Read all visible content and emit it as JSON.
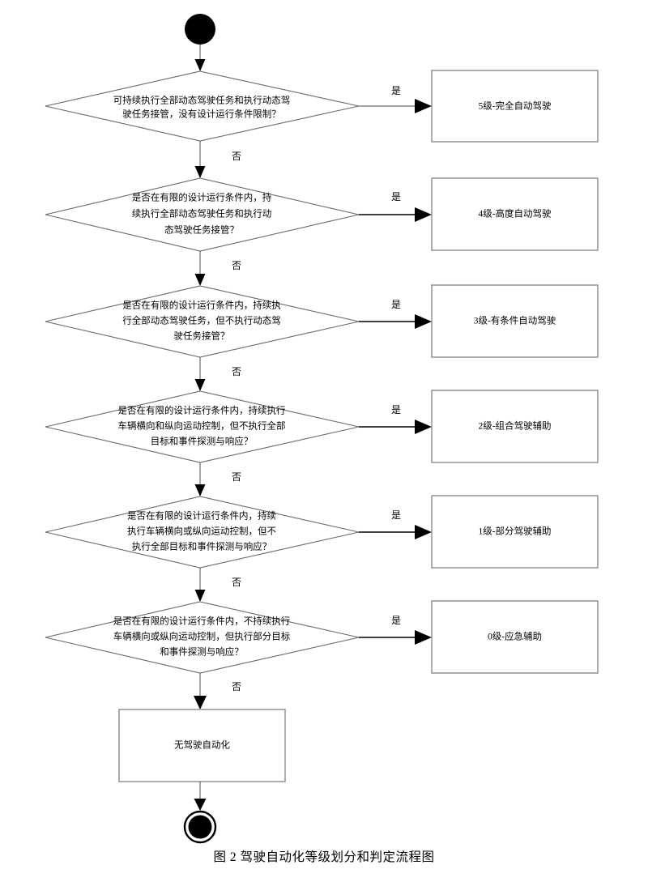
{
  "figure": {
    "caption": "图 2  驾驶自动化等级划分和判定流程图",
    "start_node_label": "start",
    "end_node_label": "end"
  },
  "branch_labels": {
    "yes": "是",
    "no": "否"
  },
  "decisions": [
    {
      "id": "d5",
      "lines": [
        "可持续执行全部动态驾驶任务和执行动态驾",
        "驶任务接管，没有设计运行条件限制？"
      ],
      "yes_target": "5级-完全自动驾驶",
      "no_target": "d4"
    },
    {
      "id": "d4",
      "lines": [
        "是否在有限的设计运行条件内，持",
        "续执行全部动态驾驶任务和执行动",
        "态驾驶任务接管？"
      ],
      "yes_target": "4级-高度自动驾驶",
      "no_target": "d3"
    },
    {
      "id": "d3",
      "lines": [
        "是否在有限的设计运行条件内，持续执",
        "行全部动态驾驶任务，但不执行动态驾",
        "驶任务接管？"
      ],
      "yes_target": "3级-有条件自动驾驶",
      "no_target": "d2"
    },
    {
      "id": "d2",
      "lines": [
        "是否在有限的设计运行条件内，持续执行",
        "车辆横向和纵向运动控制，但不执行全部",
        "目标和事件探测与响应？"
      ],
      "yes_target": "2级-组合驾驶辅助",
      "no_target": "d1"
    },
    {
      "id": "d1",
      "lines": [
        "是否在有限的设计运行条件内，持续",
        "执行车辆横向或纵向运动控制，但不",
        "执行全部目标和事件探测与响应？"
      ],
      "yes_target": "1级-部分驾驶辅助",
      "no_target": "d0"
    },
    {
      "id": "d0",
      "lines": [
        "是否在有限的设计运行条件内，不持续执行",
        "车辆横向或纵向运动控制，但执行部分目标",
        "和事件探测与响应？"
      ],
      "yes_target": "0级-应急辅助",
      "no_target": "result_none"
    }
  ],
  "results": [
    {
      "id": "r5",
      "label": "5级-完全自动驾驶"
    },
    {
      "id": "r4",
      "label": "4级-高度自动驾驶"
    },
    {
      "id": "r3",
      "label": "3级-有条件自动驾驶"
    },
    {
      "id": "r2",
      "label": "2级-组合驾驶辅助"
    },
    {
      "id": "r1",
      "label": "1级-部分驾驶辅助"
    },
    {
      "id": "r0",
      "label": "0级-应急辅助"
    }
  ],
  "terminal_result": {
    "id": "result_none",
    "label": "无驾驶自动化"
  },
  "colors": {
    "shape_stroke": "#6a6a6a",
    "box_stroke": "#8a8a8a",
    "arrow_fill": "#000000",
    "background": "#ffffff",
    "text": "#000000"
  }
}
